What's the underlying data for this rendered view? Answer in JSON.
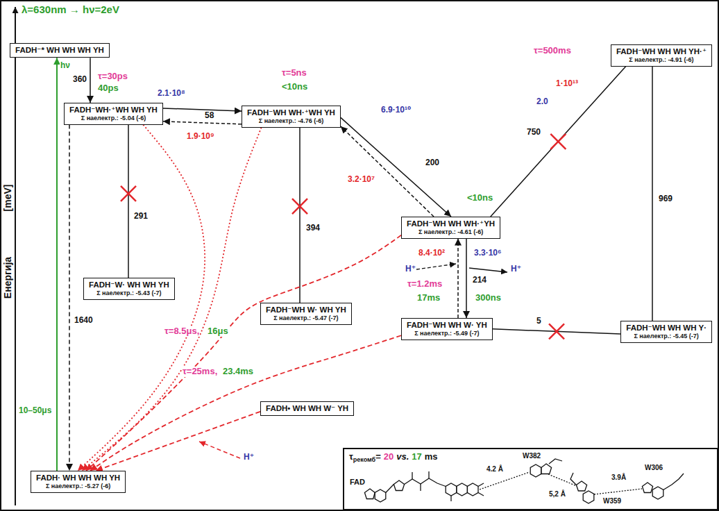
{
  "diagram": {
    "nodes": [
      {
        "text": [
          "FADH⁻* WH WH WH YH"
        ]
      },
      {
        "text": [
          "FADH⁻WH·⁺WH WH YH",
          "Σ наелектр.: -5.04 (-6)"
        ]
      },
      {
        "text": [
          "FADH⁻W· WH WH YH",
          "Σ наелектр.: -5.43 (-7)"
        ]
      },
      {
        "text": [
          "FADH⁻WH WH·⁺WH YH",
          "Σ наелектр.: -4.76 (-6)"
        ]
      },
      {
        "text": [
          "FADH⁻WH W· WH YH",
          "Σ наелектр.: -5.47 (-7)"
        ]
      },
      {
        "text": [
          "FADH⁻WH WH WH·⁺YH",
          "Σ наелектр.: -4.61 (-6)"
        ]
      },
      {
        "text": [
          "FADH⁻WH WH W· YH",
          "Σ наелектр.: -5.49 (-7)"
        ]
      },
      {
        "text": [
          "FADH⁻WH WH WH YH·⁺",
          "Σ наелектр.: -4.91 (-6)"
        ]
      },
      {
        "text": [
          "FADH⁻WH WH WH Y·",
          "Σ наелектр.: -5.45 (-7)"
        ]
      },
      {
        "text": [
          "FADH• WH WH W⁻ YH"
        ]
      },
      {
        "text": [
          "FADH· WH WH WH YH",
          "Σ наелектр.: -5.27 (-6)"
        ]
      }
    ],
    "edges": [
      {
        "from": 0,
        "to": 1,
        "arrow": "to",
        "label": "360"
      },
      {
        "from": 1,
        "to": 3,
        "arrow": "to",
        "label": "58"
      },
      {
        "from": 3,
        "to": 1,
        "arrow": "to"
      },
      {
        "from": 1,
        "to": 2,
        "arrow": "none",
        "label": "291"
      },
      {
        "from": 3,
        "to": 4,
        "arrow": "none",
        "label": "394"
      },
      {
        "from": 3,
        "to": 5,
        "arrow": "to",
        "label": "200"
      },
      {
        "from": 5,
        "to": 3,
        "arrow": "to"
      },
      {
        "from": 5,
        "to": 7,
        "arrow": "none",
        "label": "750"
      },
      {
        "from": 5,
        "to": 6,
        "arrow": "to",
        "label": "214"
      },
      {
        "from": 6,
        "to": 5,
        "arrow": "to"
      },
      {
        "from": 6,
        "to": 8,
        "arrow": "none",
        "label": "5"
      },
      {
        "from": 7,
        "to": 8,
        "arrow": "none",
        "label": "969"
      },
      {
        "from": 1,
        "to": 10,
        "arrow": "to",
        "label": "1640"
      },
      {
        "from": 10,
        "to": 0,
        "arrow": "to",
        "label": "hν"
      },
      {
        "from": 1,
        "to": 10,
        "arrow": "to"
      },
      {
        "from": 3,
        "to": 10,
        "arrow": "to"
      },
      {
        "from": 5,
        "to": 10,
        "arrow": "to"
      },
      {
        "from": 6,
        "to": 10,
        "arrow": "to"
      },
      {
        "from": 9,
        "to": 10,
        "arrow": "to"
      }
    ],
    "labels": [
      "λ=630nm → hν=2eV",
      "Енергија",
      "[meV]",
      "τ=30ps",
      "40ps",
      "2.1·10⁸",
      "1.9·10⁹",
      "τ=5ns",
      "<10ns",
      "6.9·10¹⁰",
      "3.2·10⁷",
      "<10ns",
      "τ=500ms",
      "2.0",
      "1·10¹³",
      "8.4·10²",
      "3.3·10⁶",
      "H⁺",
      "H⁺",
      "τ=1.2ms",
      "17ms",
      "300ns",
      "τ=8.5μs,",
      "16μs",
      "τ=25ms,",
      "23.4ms",
      "10–50μs",
      "H⁺",
      "τ",
      "рекомб",
      "=",
      "20",
      "vs.",
      "17",
      "ms",
      "FAD",
      "W382",
      "4.2 Å",
      "5,2 Å",
      "3.9Å",
      "W306",
      "W359"
    ]
  }
}
